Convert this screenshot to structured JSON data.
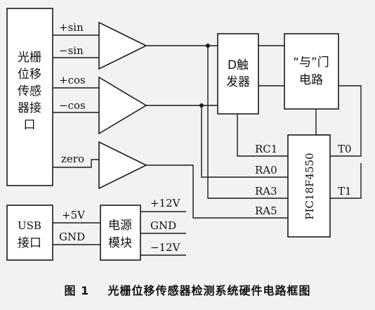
{
  "blocks": {
    "sensor": [
      "光栅",
      "位移",
      "传感",
      "器接",
      "口"
    ],
    "flipflop": [
      "D触",
      "发器"
    ],
    "andgate": [
      "“与”门",
      "电路"
    ],
    "mcu": "PIC18F4550",
    "usb": [
      "USB",
      "接口"
    ],
    "power": [
      "电源",
      "模块"
    ]
  },
  "signals": {
    "sin_p": "+sin",
    "sin_n": "−sin",
    "cos_p": "+cos",
    "cos_n": "−cos",
    "zero": "zero",
    "rc1": "RC1",
    "ra0": "RA0",
    "ra3": "RA3",
    "ra5": "RA5",
    "t0": "T0",
    "t1": "T1",
    "v5": "+5V",
    "gnd_usb": "GND",
    "v12p": "+12V",
    "gnd_pwr": "GND",
    "v12n": "−12V"
  },
  "caption": "图 1    光栅位移传感器检测系统硬件电路框图"
}
